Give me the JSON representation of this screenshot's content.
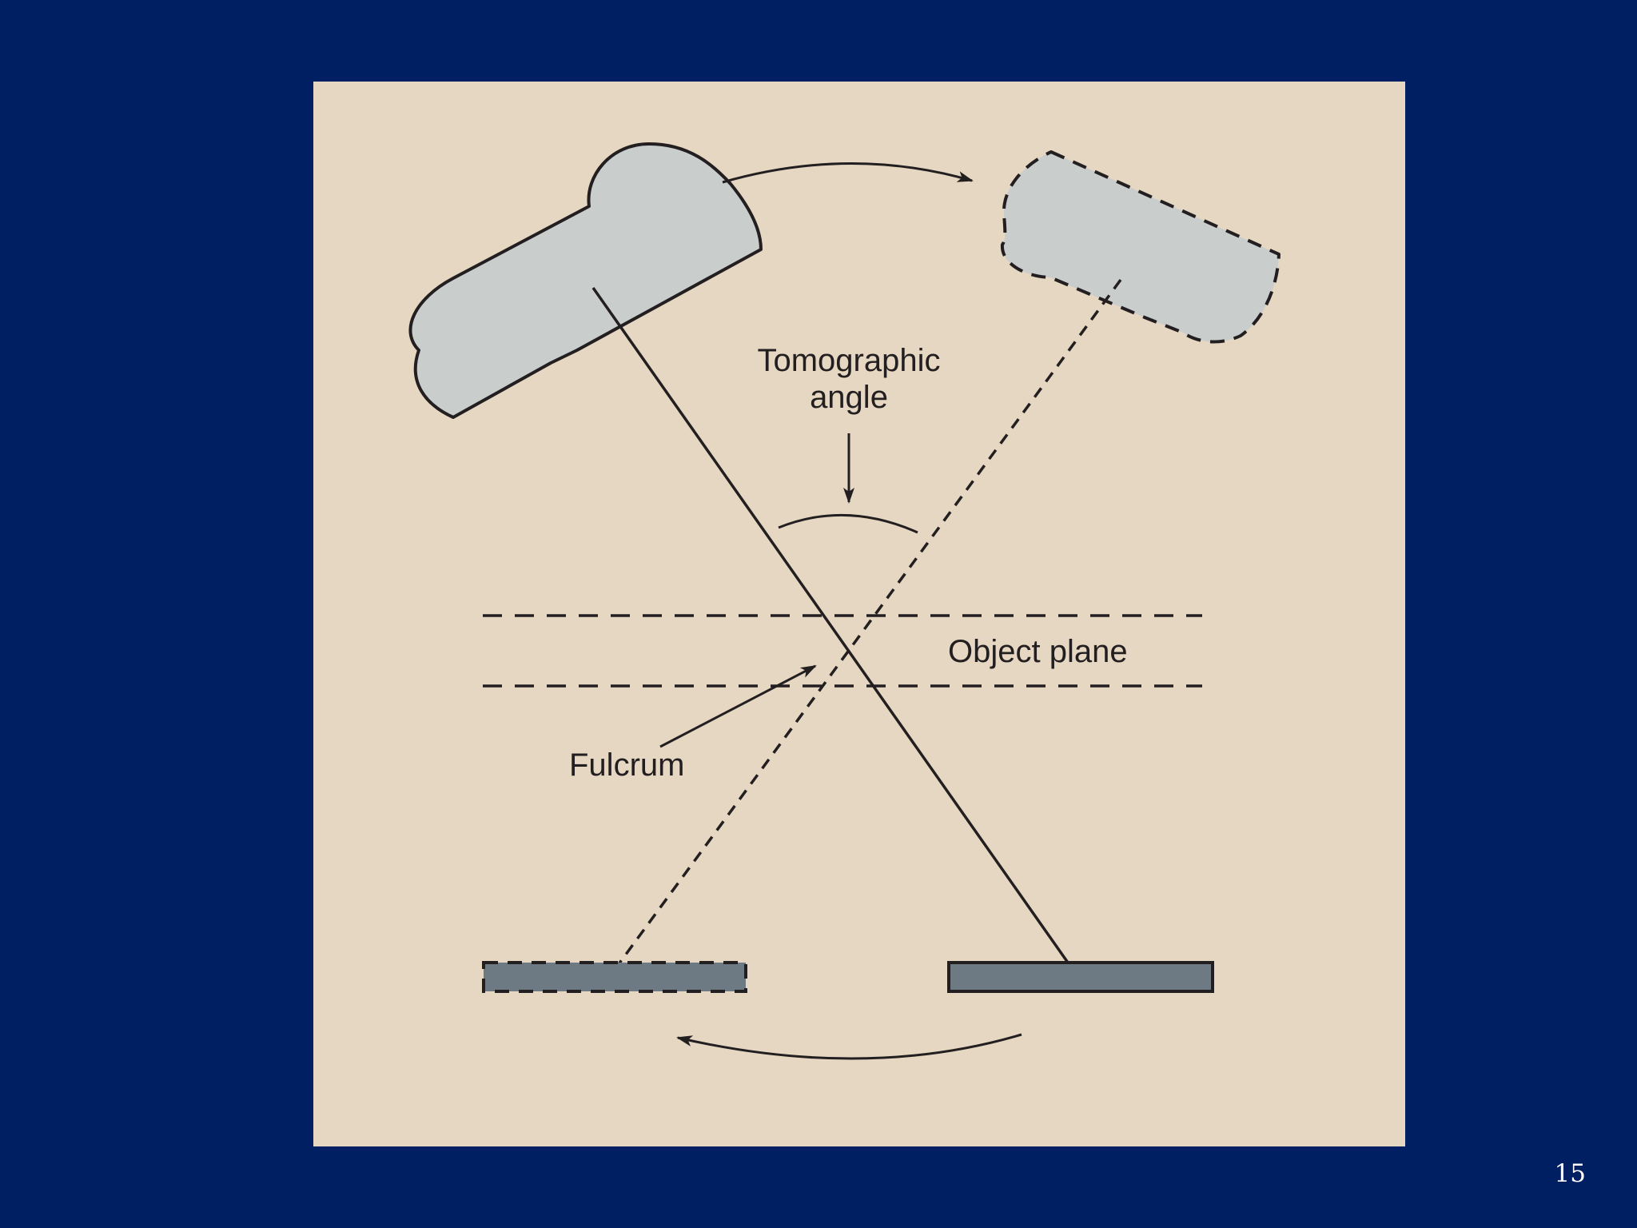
{
  "colors": {
    "slide_background": "#001e62",
    "figure_background": "#e6d7c2",
    "tube_fill": "#c9cdcc",
    "detector_fill": "#6d7a84",
    "ink": "#231f20",
    "page_number": "#ffffff"
  },
  "diagram": {
    "labels": {
      "tomographic_angle_line1": "Tomographic",
      "tomographic_angle_line2": "angle",
      "object_plane": "Object plane",
      "fulcrum": "Fulcrum"
    },
    "elements": {
      "xray_tube_start": "x-ray tube (solid outline)",
      "xray_tube_end": "x-ray tube (dashed outline)",
      "detector_start": "image receptor (solid outline)",
      "detector_end": "image receptor (dashed outline)"
    }
  },
  "footer": {
    "page_number": "15"
  }
}
